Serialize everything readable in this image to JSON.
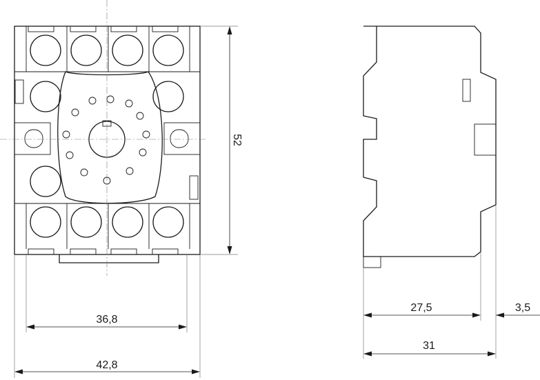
{
  "dimensions": {
    "height_52": "52",
    "inner_width_36_8": "36,8",
    "outer_width_42_8": "42,8",
    "depth_27_5": "27,5",
    "flange_3_5": "3,5",
    "total_depth_31": "31"
  },
  "colors": {
    "line": "#1a1a1a",
    "centerline": "#7a7a7a",
    "background": "#ffffff"
  }
}
